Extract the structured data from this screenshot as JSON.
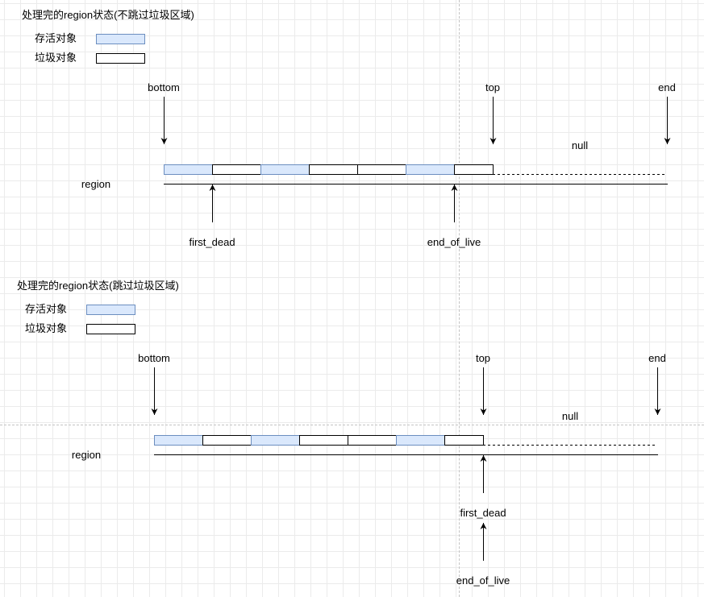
{
  "diagram1": {
    "title": "处理完的region状态(不跳过垃圾区域)",
    "legend": [
      {
        "label": "存活对象",
        "kind": "live"
      },
      {
        "label": "垃圾对象",
        "kind": "dead"
      }
    ],
    "labels": {
      "bottom": "bottom",
      "top": "top",
      "end": "end",
      "null": "null",
      "region": "region",
      "first_dead": "first_dead",
      "end_of_live": "end_of_live"
    },
    "blocks": [
      "live",
      "dead",
      "live",
      "dead",
      "dead",
      "live",
      "dead"
    ]
  },
  "diagram2": {
    "title": "处理完的region状态(跳过垃圾区域)",
    "legend": [
      {
        "label": "存活对象",
        "kind": "live"
      },
      {
        "label": "垃圾对象",
        "kind": "dead"
      }
    ],
    "labels": {
      "bottom": "bottom",
      "top": "top",
      "end": "end",
      "null": "null",
      "region": "region",
      "first_dead": "first_dead",
      "end_of_live": "end_of_live"
    },
    "blocks": [
      "live",
      "dead",
      "live",
      "dead",
      "dead",
      "live",
      "dead"
    ]
  },
  "colors": {
    "live_fill": "#dae8fc",
    "live_stroke": "#6c8ebf",
    "dead_fill": "#ffffff",
    "dead_stroke": "#000000"
  }
}
